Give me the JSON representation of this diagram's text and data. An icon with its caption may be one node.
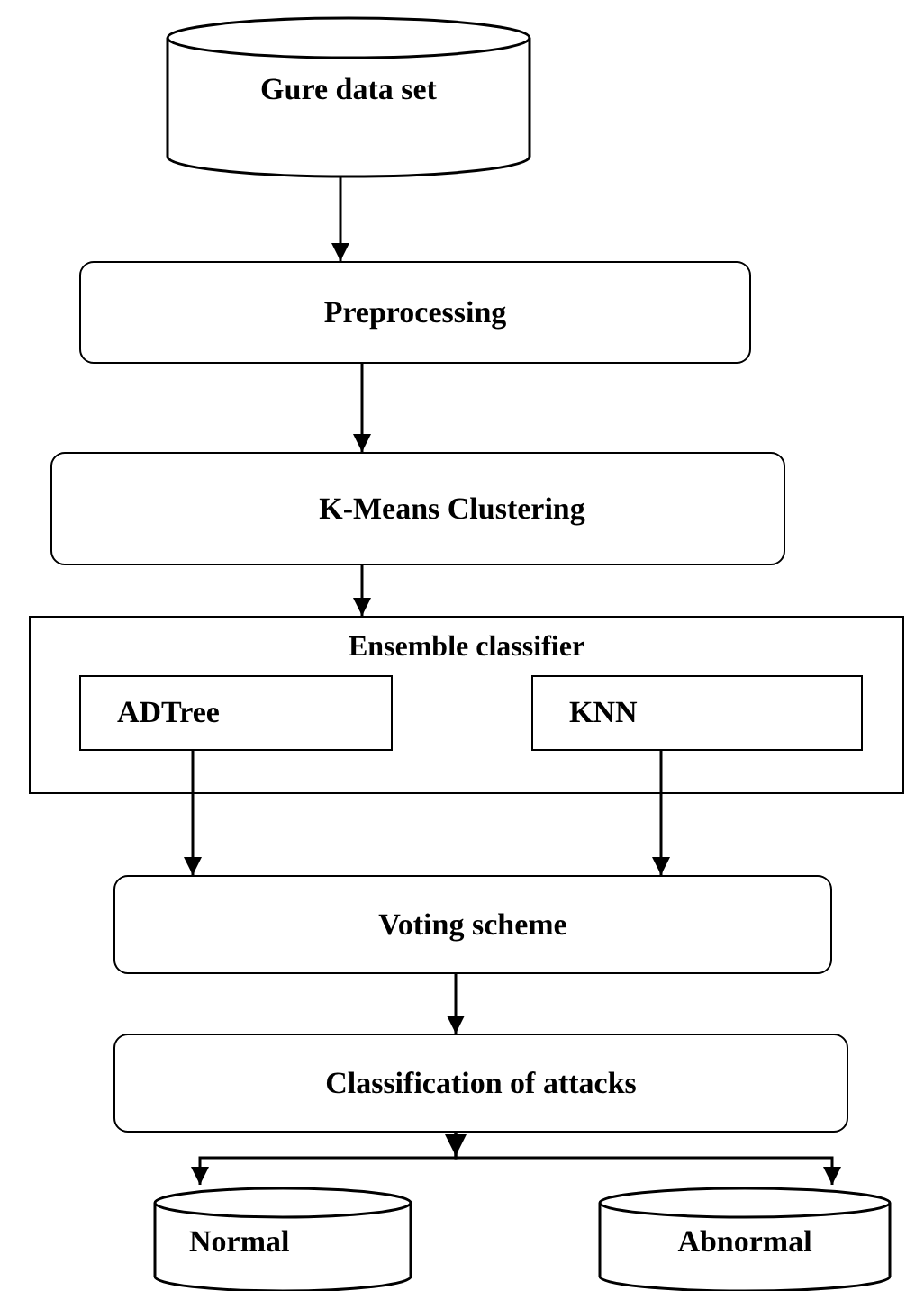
{
  "diagram": {
    "nodes": [
      {
        "text": [
          "Gure data set"
        ]
      },
      {
        "text": [
          "Preprocessing"
        ]
      },
      {
        "text": [
          "K-Means Clustering"
        ]
      },
      {
        "text": [
          "Ensemble classifier"
        ]
      },
      {
        "text": [
          "ADTree"
        ],
        "in": 3
      },
      {
        "text": [
          "KNN"
        ],
        "in": 3
      },
      {
        "text": [
          "Voting scheme"
        ]
      },
      {
        "text": [
          "Classification of attacks"
        ]
      },
      {
        "text": [
          "Normal"
        ]
      },
      {
        "text": [
          "Abnormal"
        ]
      }
    ],
    "edges": [
      {
        "from": 0,
        "to": 1,
        "arrow": "to"
      },
      {
        "from": 1,
        "to": 2,
        "arrow": "to"
      },
      {
        "from": 2,
        "to": 3,
        "arrow": "to"
      },
      {
        "from": 4,
        "to": 6,
        "arrow": "to"
      },
      {
        "from": 5,
        "to": 6,
        "arrow": "to"
      },
      {
        "from": 6,
        "to": 7,
        "arrow": "to"
      },
      {
        "from": 7,
        "to": 8,
        "arrow": "to"
      },
      {
        "from": 7,
        "to": 9,
        "arrow": "to"
      }
    ]
  }
}
